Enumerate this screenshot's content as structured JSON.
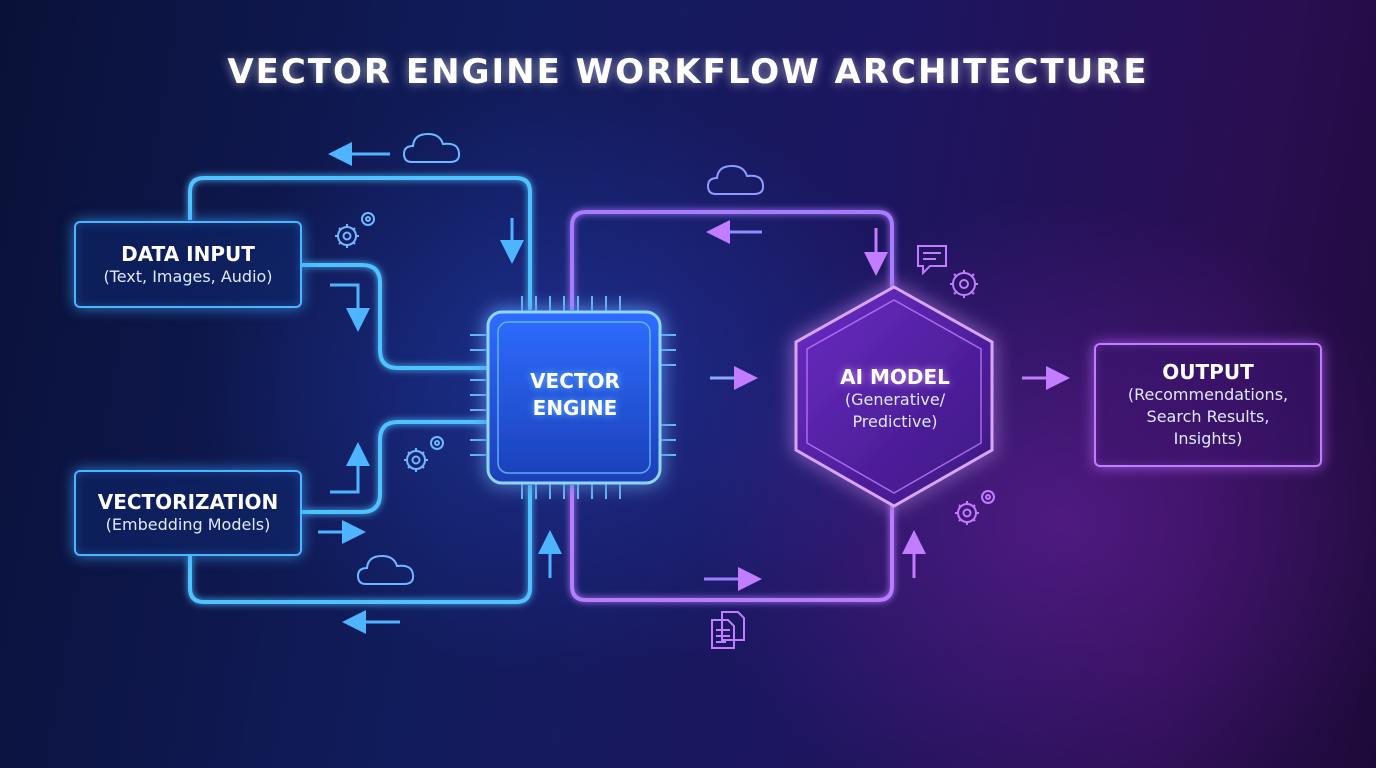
{
  "title": "VECTOR ENGINE WORKFLOW ARCHITECTURE",
  "nodes": {
    "data_input": {
      "heading": "DATA INPUT",
      "detail": "(Text, Images, Audio)"
    },
    "vectorization": {
      "heading": "VECTORIZATION",
      "detail": "(Embedding Models)"
    },
    "vector_engine": {
      "line1": "VECTOR",
      "line2": "ENGINE"
    },
    "ai_model": {
      "heading": "AI MODEL",
      "detail1": "(Generative/",
      "detail2": "Predictive)"
    },
    "output": {
      "heading": "OUTPUT",
      "detail1": "(Recommendations,",
      "detail2": "Search Results,",
      "detail3": "Insights)"
    }
  },
  "icons": [
    "cloud-icon",
    "gear-icon",
    "chat-icon",
    "document-icon",
    "arrow-icon"
  ],
  "colors": {
    "blue_accent": "#4fb4ff",
    "purple_accent": "#c27cff",
    "background": "#111c5c"
  }
}
